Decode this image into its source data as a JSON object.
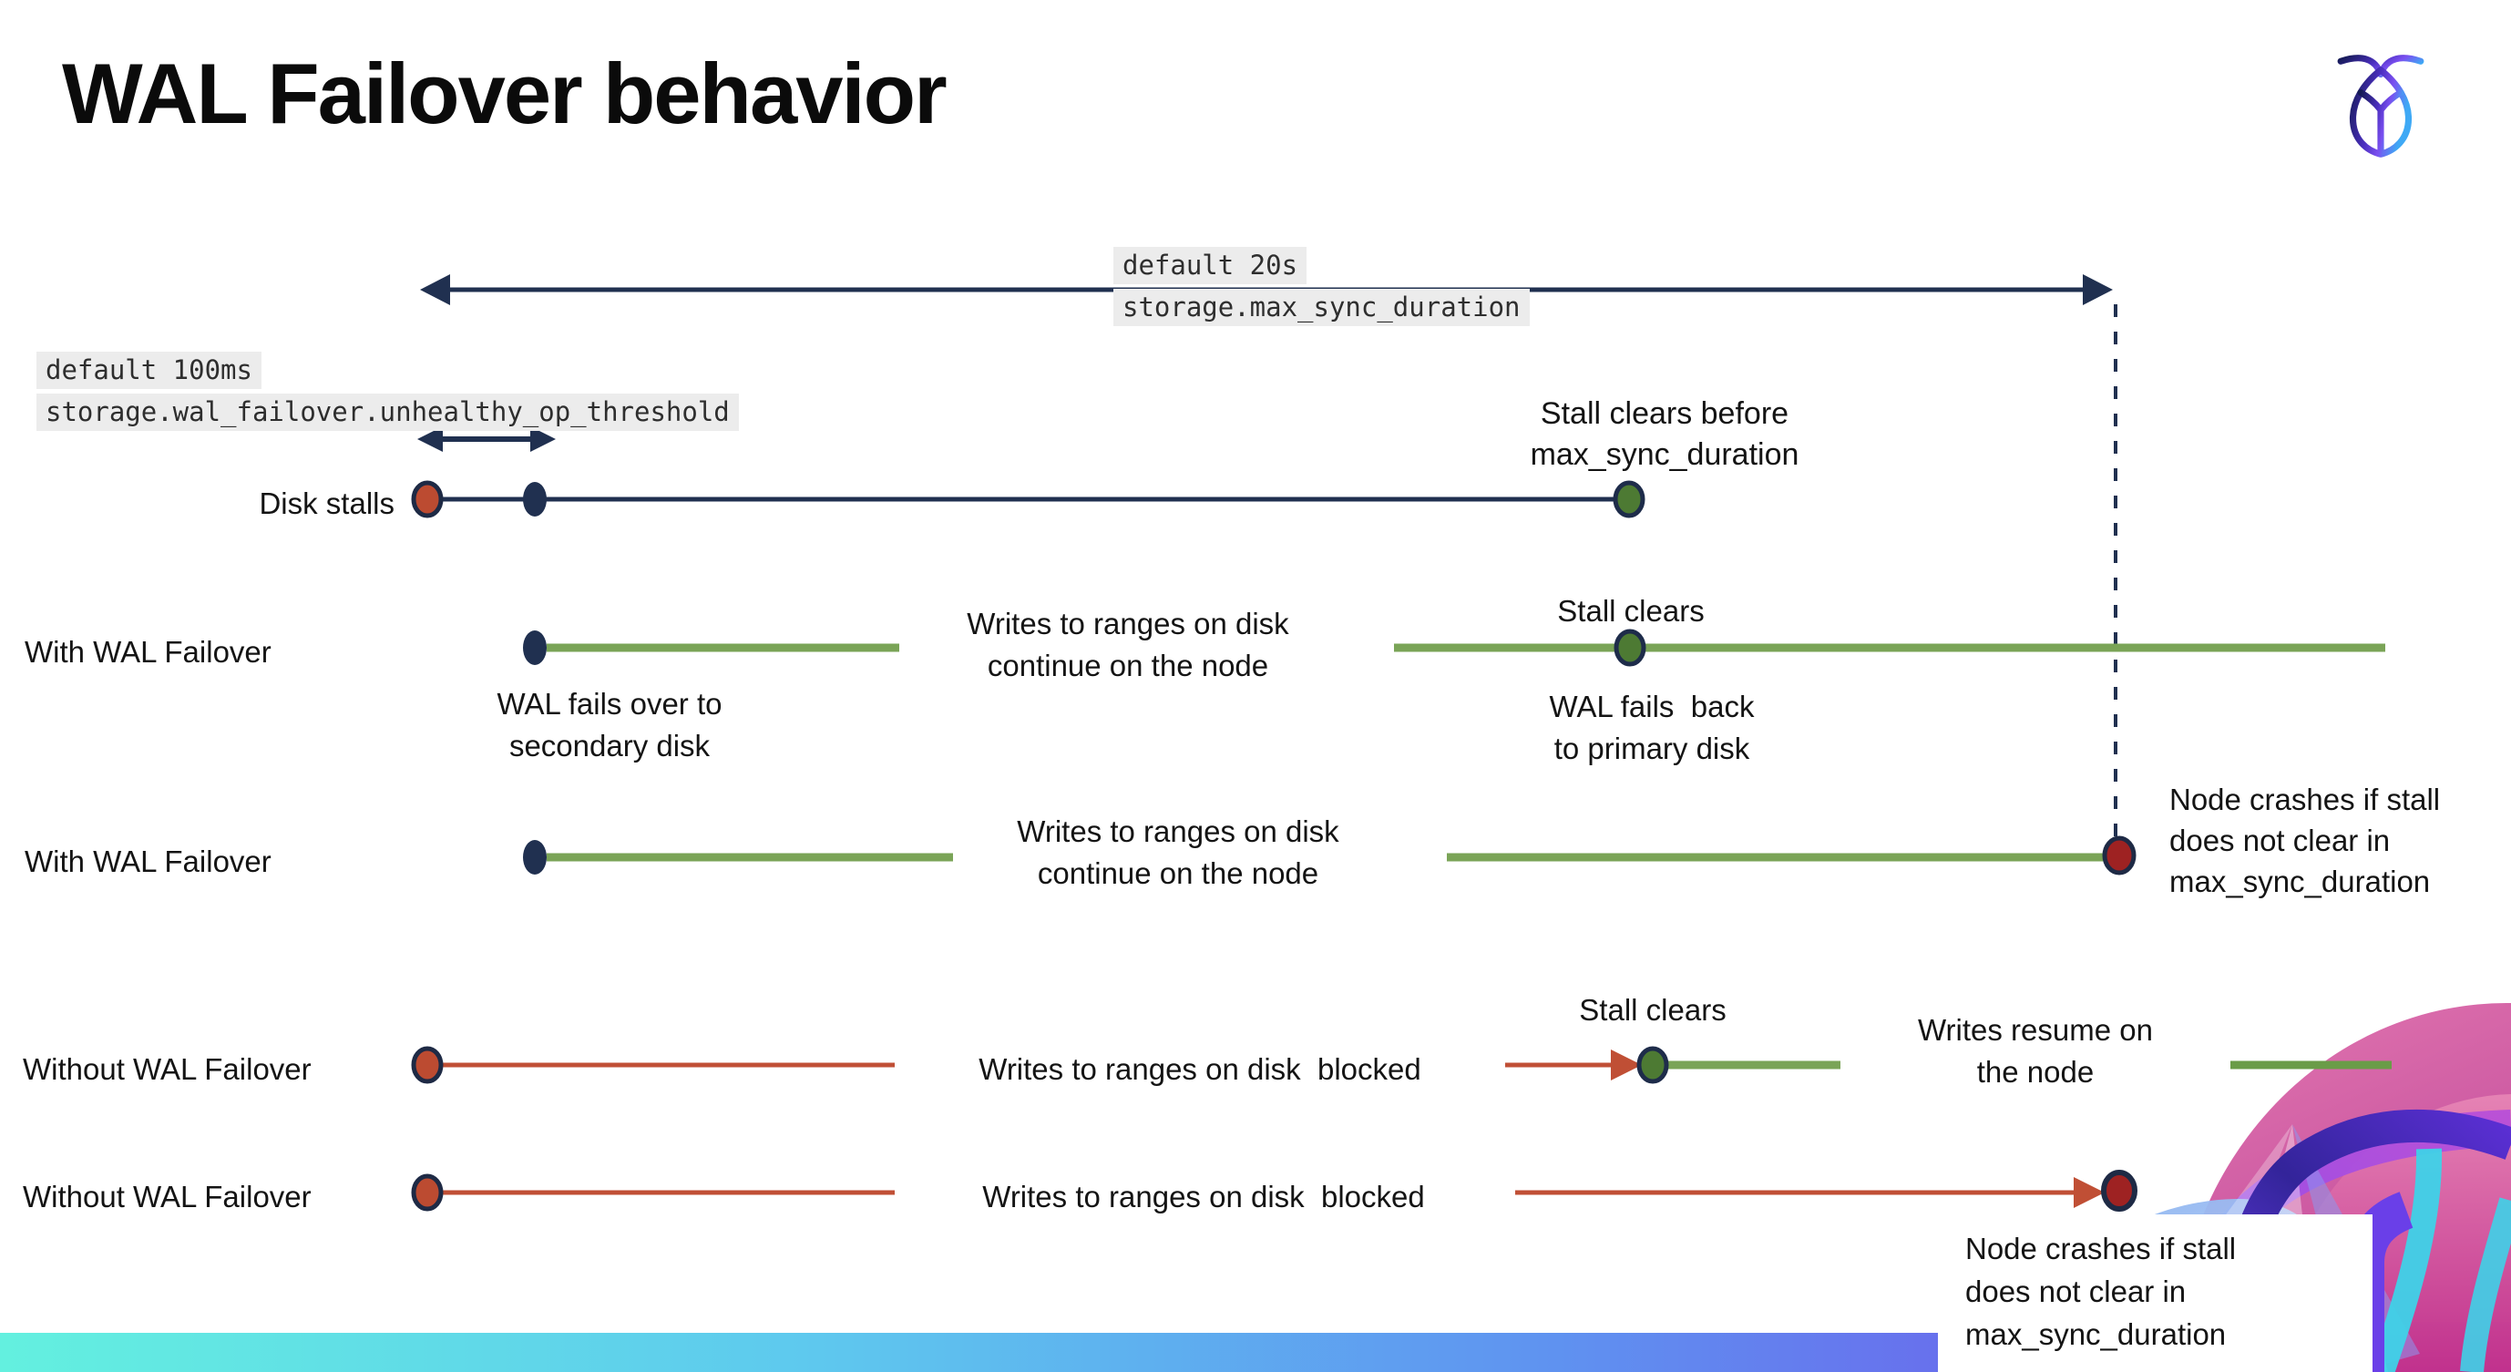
{
  "page": {
    "title": "WAL Failover behavior"
  },
  "logo": {
    "name": "cockroachdb-logo"
  },
  "config_labels": {
    "max_sync": {
      "line1": "default 20s",
      "line2": "storage.max_sync_duration"
    },
    "unhealthy_op": {
      "line1": "default 100ms",
      "line2": "storage.wal_failover.unhealthy_op_threshold"
    }
  },
  "rows": {
    "disk_stalls": {
      "label": "Disk stalls"
    },
    "with_wal_1": {
      "label": "With WAL Failover"
    },
    "with_wal_2": {
      "label": "With WAL Failover"
    },
    "without_wal_1": {
      "label": "Without WAL Failover"
    },
    "without_wal_2": {
      "label": "Without WAL Failover"
    }
  },
  "annotations": {
    "stall_clears_before": "Stall clears before\nmax_sync_duration",
    "wal_fails_over": "WAL fails over to\nsecondary disk",
    "writes_continue_1": "Writes to ranges on disk\ncontinue on the node",
    "stall_clears_1": "Stall clears",
    "wal_fails_back": "WAL fails  back\nto primary disk",
    "writes_continue_2": "Writes to ranges on disk\ncontinue on the node",
    "node_crashes_1": "Node crashes if stall\ndoes not clear in\nmax_sync_duration",
    "writes_blocked_1": "Writes to ranges on disk  blocked",
    "stall_clears_2": "Stall clears",
    "writes_resume": "Writes resume on\nthe node",
    "writes_blocked_2": "Writes to ranges on disk  blocked",
    "node_crashes_2": "Node crashes if stall\ndoes not clear in\nmax_sync_duration"
  },
  "colors": {
    "navy": "#203050",
    "green_line": "#7aa457",
    "green_dot_fill": "#4d7a33",
    "red_line": "#c04f35",
    "red_dot_fill": "#bc4b31",
    "dark_red_dot_fill": "#9e2222",
    "mono_label_bg": "#ececec",
    "footer_gradient": [
      "#63f0df",
      "#5ec9ee",
      "#5f92f0",
      "#8251e8"
    ]
  }
}
